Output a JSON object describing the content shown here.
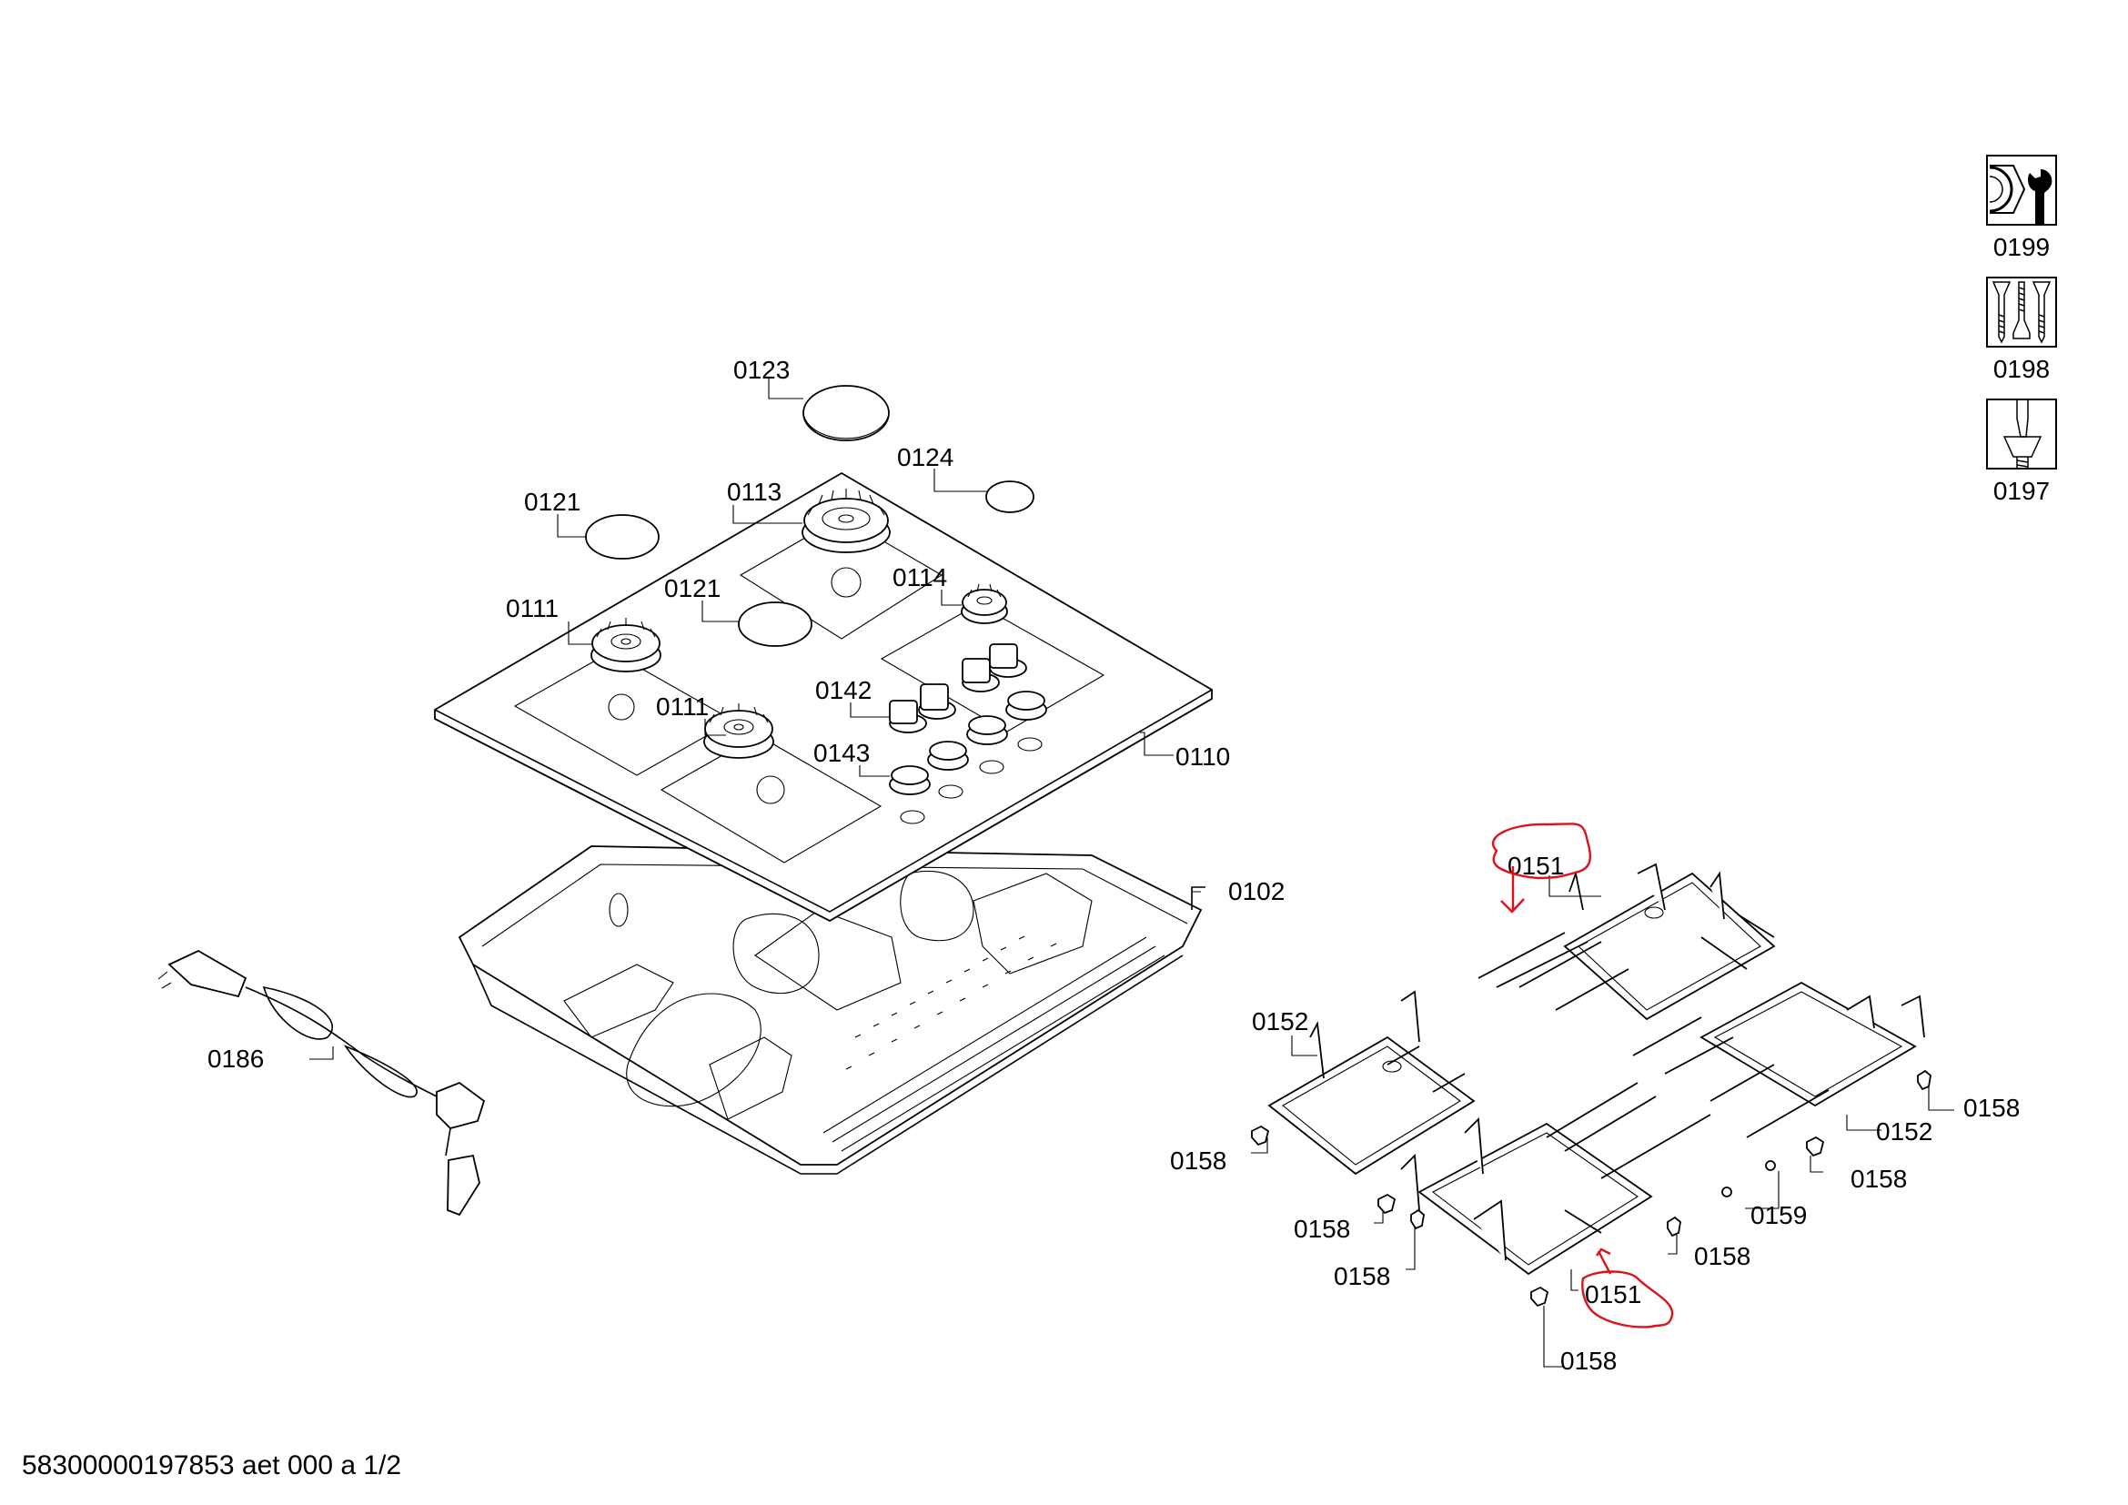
{
  "document": {
    "footer": "58300000197853 aet 000 a 1/2"
  },
  "tools": [
    {
      "label": "0199",
      "icon": "nut-and-wrench-icon"
    },
    {
      "label": "0198",
      "icon": "screws-icon"
    },
    {
      "label": "0197",
      "icon": "screwdriver-countersunk-screw-icon"
    }
  ],
  "parts": {
    "p0123": "0123",
    "p0124": "0124",
    "p0121a": "0121",
    "p0113": "0113",
    "p0121b": "0121",
    "p0114": "0114",
    "p0111a": "0111",
    "p0111b": "0111",
    "p0142": "0142",
    "p0143": "0143",
    "p0110": "0110",
    "p0102": "0102",
    "p0186": "0186",
    "p0151a": "0151",
    "p0151b": "0151",
    "p0152a": "0152",
    "p0152b": "0152",
    "p0158a": "0158",
    "p0158b": "0158",
    "p0158c": "0158",
    "p0158d": "0158",
    "p0158e": "0158",
    "p0158f": "0158",
    "p0158g": "0158",
    "p0159": "0159"
  },
  "annotations": {
    "highlight_color": "#e0101a",
    "highlighted_part": "0151"
  }
}
